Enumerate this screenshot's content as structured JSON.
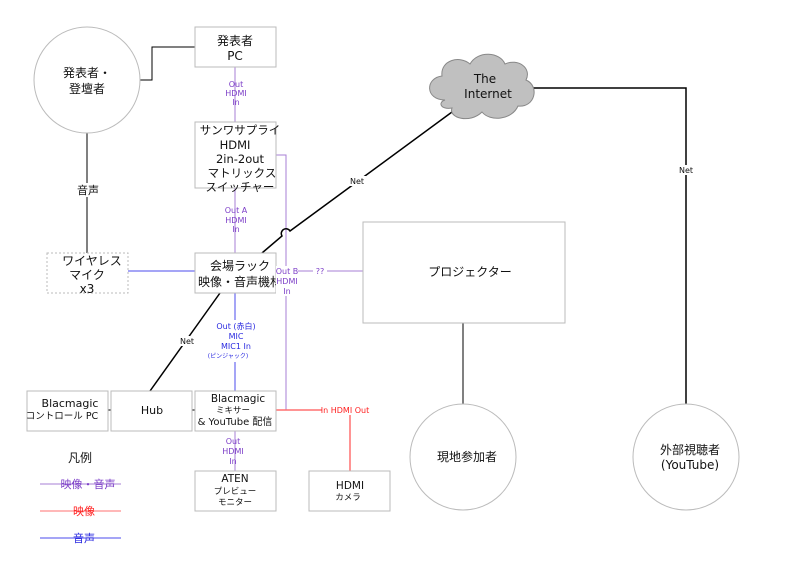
{
  "colors": {
    "av": "#a77fd6",
    "av_text": "#7d3fc8",
    "video": "#ff7070",
    "video_text": "#ff2020",
    "audio": "#4b4bee",
    "audio_text": "#2a2ae0",
    "net": "#000000"
  },
  "nodes": {
    "presenter": [
      "発表者・",
      "登壇者"
    ],
    "presenter_pc": [
      "発表者",
      "PC"
    ],
    "switcher": [
      "サンワサプライ",
      "HDMI",
      "2in-2out",
      "マトリックス",
      "スイッチャー"
    ],
    "rack": [
      "会場ラック",
      "映像・音声機材"
    ],
    "wireless_mic": [
      "ワイヤレス",
      "マイク",
      "x3"
    ],
    "internet": [
      "The",
      "Internet"
    ],
    "projector": "プロジェクター",
    "control_pc": [
      "Blacmagic",
      "コントロール PC"
    ],
    "hub": "Hub",
    "mixer": [
      "Blacmagic",
      "ミキサー",
      "& YouTube 配信"
    ],
    "aten": [
      "ATEN",
      "プレビュー",
      "モニター"
    ],
    "camera": [
      "HDMI",
      "カメラ"
    ],
    "local": "現地参加者",
    "external": [
      "外部視聴者",
      "(YouTube)"
    ]
  },
  "edges": {
    "pc_switch": [
      "Out",
      "HDMI",
      "In"
    ],
    "switch_rack": [
      "Out A",
      "HDMI",
      "In"
    ],
    "switch_proj": [
      "Out B",
      "HDMI",
      "In"
    ],
    "proj_unknown": "??",
    "rack_mixer": [
      "Out (赤白)",
      "MIC",
      "MIC1 In",
      "(ピンジャック)"
    ],
    "mixer_aten": [
      "Out",
      "HDMI",
      "In"
    ],
    "camera_mixer": "In HDMI Out",
    "voice": "音声",
    "net1": "Net",
    "net2": "Net",
    "net3": "Net"
  },
  "legend": {
    "title": "凡例",
    "av": "映像・音声",
    "video": "映像",
    "audio": "音声"
  }
}
